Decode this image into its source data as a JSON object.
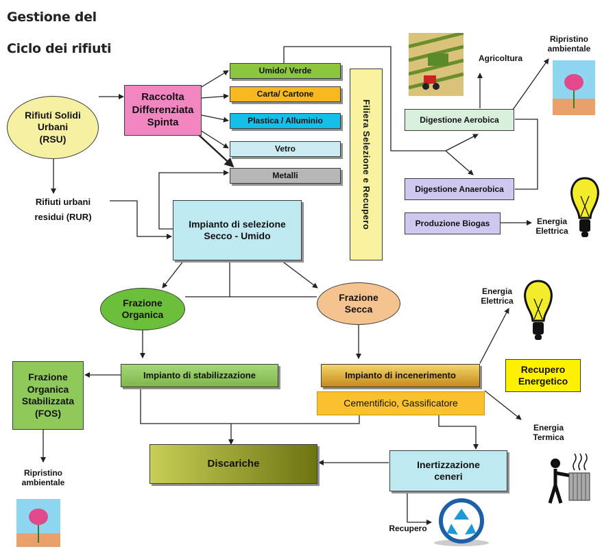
{
  "title_line1": "Gestione del",
  "title_line2": "Ciclo dei rifiuti",
  "nodes": {
    "rsu": "Rifiuti Solidi\nUrbani\n(RSU)",
    "raccolta": "Raccolta\nDifferenziata\nSpinta",
    "umido_verde": "Umido/ Verde",
    "carta": "Carta/ Cartone",
    "plastica": "Plastica / Alluminio",
    "vetro": "Vetro",
    "metalli": "Metalli",
    "filiera": "Filiera Selezione e Recupero",
    "rur": "Rifiuti urbani\nresidui (RUR)",
    "impianto_selezione": "Impianto di selezione\nSecco - Umido",
    "digestione_aerobica": "Digestione Aerobica",
    "digestione_anaerobica": "Digestione Anaerobica",
    "produzione_biogas": "Produzione Biogas",
    "frazione_organica": "Frazione\nOrganica",
    "frazione_secca": "Frazione\nSecca",
    "impianto_stabilizzazione": "Impianto di stabilizzazione",
    "impianto_incenerimento": "Impianto di incenerimento",
    "cementificio": "Cementificio, Gassificatore",
    "fos": "Frazione\nOrganica\nStabilizzata\n(FOS)",
    "discariche": "Discariche",
    "inertizzazione": "Inertizzazione\nceneri",
    "recupero_energetico": "Recupero\nEnergetico"
  },
  "labels": {
    "agricoltura": "Agricoltura",
    "ripristino_top": "Ripristino\nambientale",
    "energia_elettrica_top": "Energia\nElettrica",
    "energia_elettrica_mid": "Energia\nElettrica",
    "energia_termica": "Energia\nTermica",
    "ripristino_bottom": "Ripristino\nambientale",
    "recupero": "Recupero"
  },
  "colors": {
    "yellow_oval": "#f6f0a2",
    "pink": "#f286c0",
    "green_bar": "#8cc63e",
    "orange_bar": "#f8b820",
    "cyan_bar": "#15bfea",
    "light_cyan": "#cbecf3",
    "gray": "#b7b7b7",
    "yellow_panel": "#f9f3a0",
    "teal_box": "#bfe9f0",
    "mint_box": "#d8f0dc",
    "lavender": "#cfc8ef",
    "green_oval": "#6cbf3a",
    "peach_oval": "#f4c38e",
    "fos_green": "#8ec95a",
    "discariche_olive": "#9ca42a",
    "cementificio": "#f9c12e",
    "recupero_yellow": "#fff200"
  }
}
